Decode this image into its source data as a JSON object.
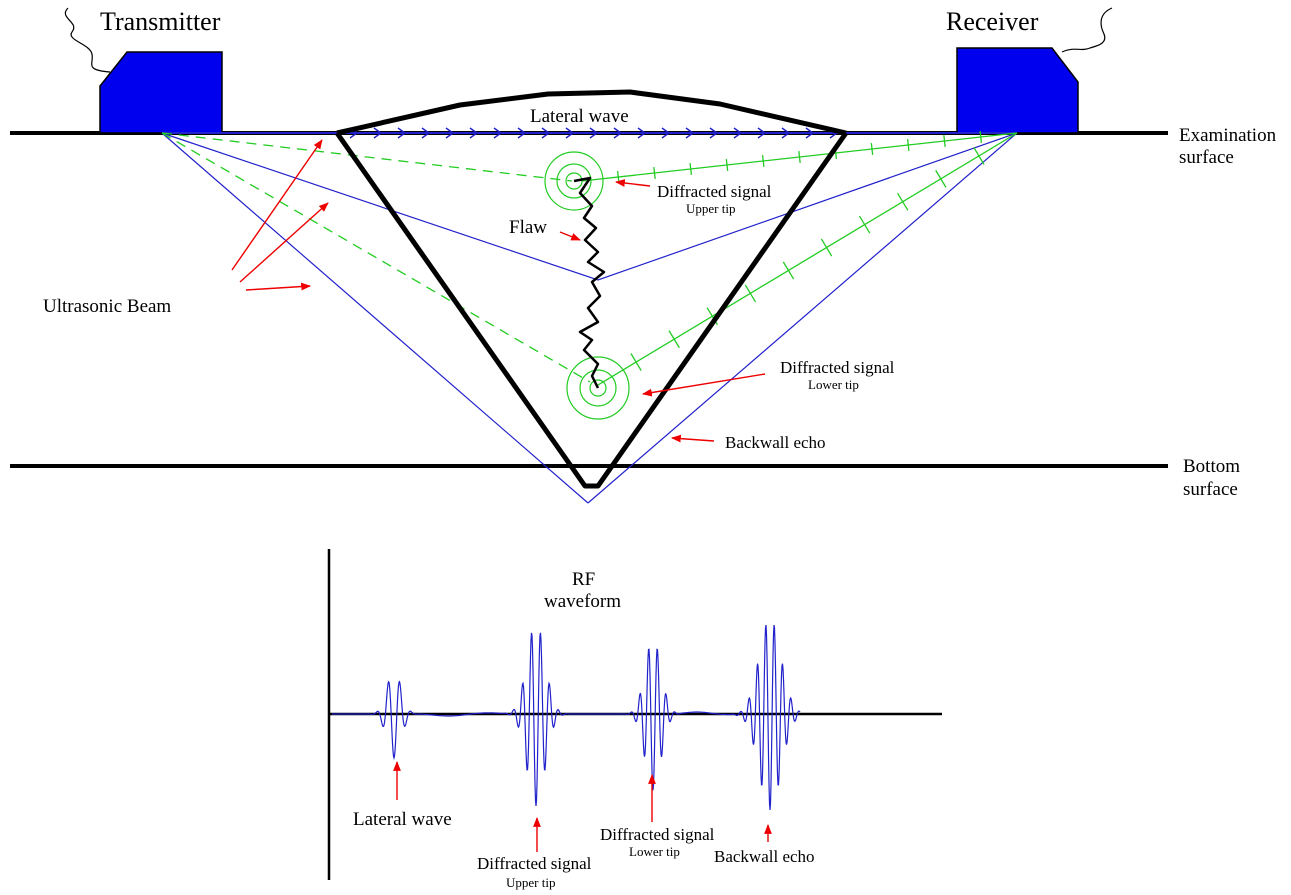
{
  "probes": {
    "transmitter": "Transmitter",
    "receiver": "Receiver"
  },
  "surfaces": {
    "examination_line1": "Examination",
    "examination_line2": "surface",
    "bottom_line1": "Bottom",
    "bottom_line2": "surface"
  },
  "labels": {
    "lateral_wave": "Lateral wave",
    "flaw": "Flaw",
    "ultrasonic_beam": "Ultrasonic Beam",
    "diffracted_upper_main": "Diffracted signal",
    "diffracted_upper_sub": "Upper tip",
    "diffracted_lower_main": "Diffracted signal",
    "diffracted_lower_sub": "Lower tip",
    "backwall_echo": "Backwall echo"
  },
  "waveform": {
    "title_line1": "RF",
    "title_line2": "waveform",
    "lateral_wave": "Lateral wave",
    "diffracted_upper_main": "Diffracted signal",
    "diffracted_upper_sub": "Upper tip",
    "diffracted_lower_main": "Diffracted signal",
    "diffracted_lower_sub": "Lower tip",
    "backwall_echo": "Backwall echo"
  },
  "colors": {
    "probe": "#0000ee",
    "beam": "#2222cc",
    "diffraction": "#22cc22",
    "arrow": "#ee0000",
    "line": "#000000"
  }
}
